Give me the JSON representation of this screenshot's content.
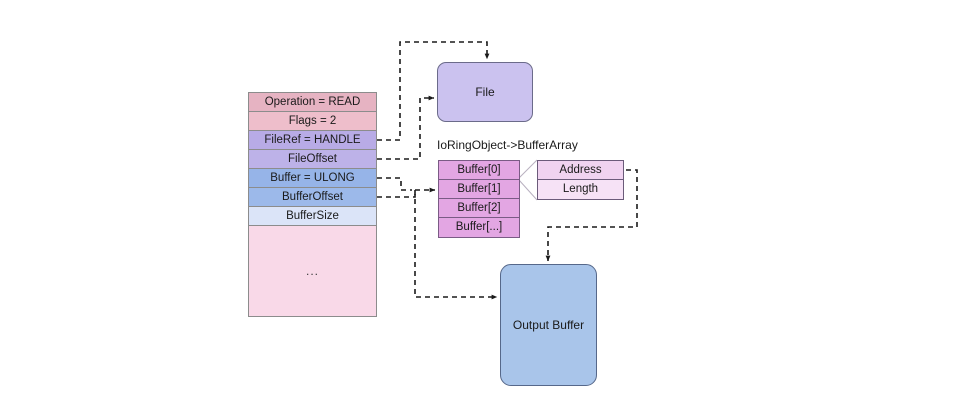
{
  "diagram": {
    "title_label": "IoRingObject->BufferArray",
    "sqe_struct": {
      "name": "io-ring-sqe-struct",
      "rows": [
        {
          "label": "Operation = READ",
          "color": "#e6b3c2"
        },
        {
          "label": "Flags = 2",
          "color": "#eebecb"
        },
        {
          "label": "FileRef = HANDLE",
          "color": "#b8abe6"
        },
        {
          "label": "FileOffset",
          "color": "#bdb2e8"
        },
        {
          "label": "Buffer = ULONG",
          "color": "#96b4e8"
        },
        {
          "label": "BufferOffset",
          "color": "#9cb9ea"
        },
        {
          "label": "BufferSize",
          "color": "#dbe4f8"
        }
      ],
      "filler_label": "...",
      "filler_color": "#f9d9e8"
    },
    "buffer_array": {
      "rows": [
        {
          "label": "Buffer[0]"
        },
        {
          "label": "Buffer[1]"
        },
        {
          "label": "Buffer[2]"
        },
        {
          "label": "Buffer[...]"
        }
      ],
      "color": "#e3a6e3"
    },
    "buffer_descriptor": {
      "rows": [
        {
          "label": "Address",
          "color": "#f0d3f0"
        },
        {
          "label": "Length",
          "color": "#f6e2f6"
        }
      ]
    },
    "file_node": {
      "label": "File",
      "color": "#cbc2ef"
    },
    "output_buffer_node": {
      "label": "Output Buffer",
      "color": "#a9c5ea"
    },
    "colors": {
      "background": "#ffffff",
      "connector": "#1a1a1a",
      "leader_line": "#b0a8b8",
      "border_gray": "#8c8c8c"
    },
    "connectors": [
      {
        "name": "fileref-to-file-top",
        "from": "FileRef = HANDLE",
        "to": "File"
      },
      {
        "name": "fileoffset-to-file-left",
        "from": "FileOffset",
        "to": "File"
      },
      {
        "name": "buffer-to-bufferarray",
        "from": "Buffer = ULONG",
        "to": "Buffer[1]"
      },
      {
        "name": "bufferoffset-to-bufferarray",
        "from": "BufferOffset",
        "to": "Buffer[1]"
      },
      {
        "name": "bufferoffset-to-outputbuffer",
        "from": "BufferOffset",
        "to": "Output Buffer"
      },
      {
        "name": "address-to-outputbuffer",
        "from": "Address",
        "to": "Output Buffer"
      }
    ]
  }
}
